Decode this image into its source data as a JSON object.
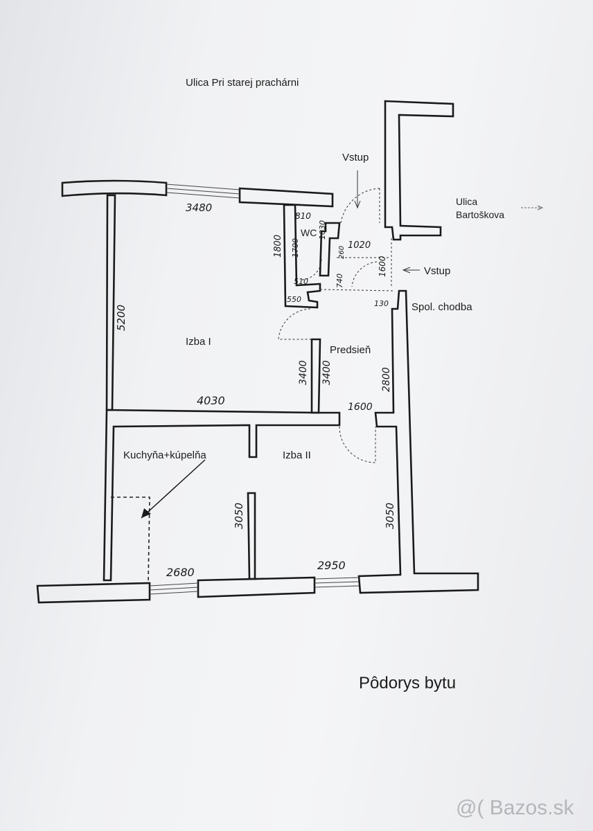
{
  "streets": {
    "top": "Ulica Pri starej prachárni",
    "right_line1": "Ulica",
    "right_line2": "Bartoškova"
  },
  "entrances": {
    "top": "Vstup",
    "right": "Vstup"
  },
  "rooms": {
    "wc": "WC",
    "izba1": "Izba I",
    "predsien": "Predsieň",
    "kuchyna": "Kuchyňa+kúpelňa",
    "izba2": "Izba II",
    "corridor": "Spol. chodba"
  },
  "dimensions": {
    "d3480": "3480",
    "d810": "810",
    "d1800": "1800",
    "d1700": "1700",
    "d1030": "1030",
    "d260": "260",
    "d1020": "1020",
    "d1600a": "1600",
    "d740": "740",
    "d510": "510",
    "d550": "550",
    "d130": "130",
    "d5200": "5200",
    "d3400a": "3400",
    "d3400b": "3400",
    "d2800": "2800",
    "d4030": "4030",
    "d1600b": "1600",
    "d3050a": "3050",
    "d3050b": "3050",
    "d2680": "2680",
    "d2950": "2950"
  },
  "caption": "Pôdorys bytu",
  "watermark": "@( Bazos.sk"
}
